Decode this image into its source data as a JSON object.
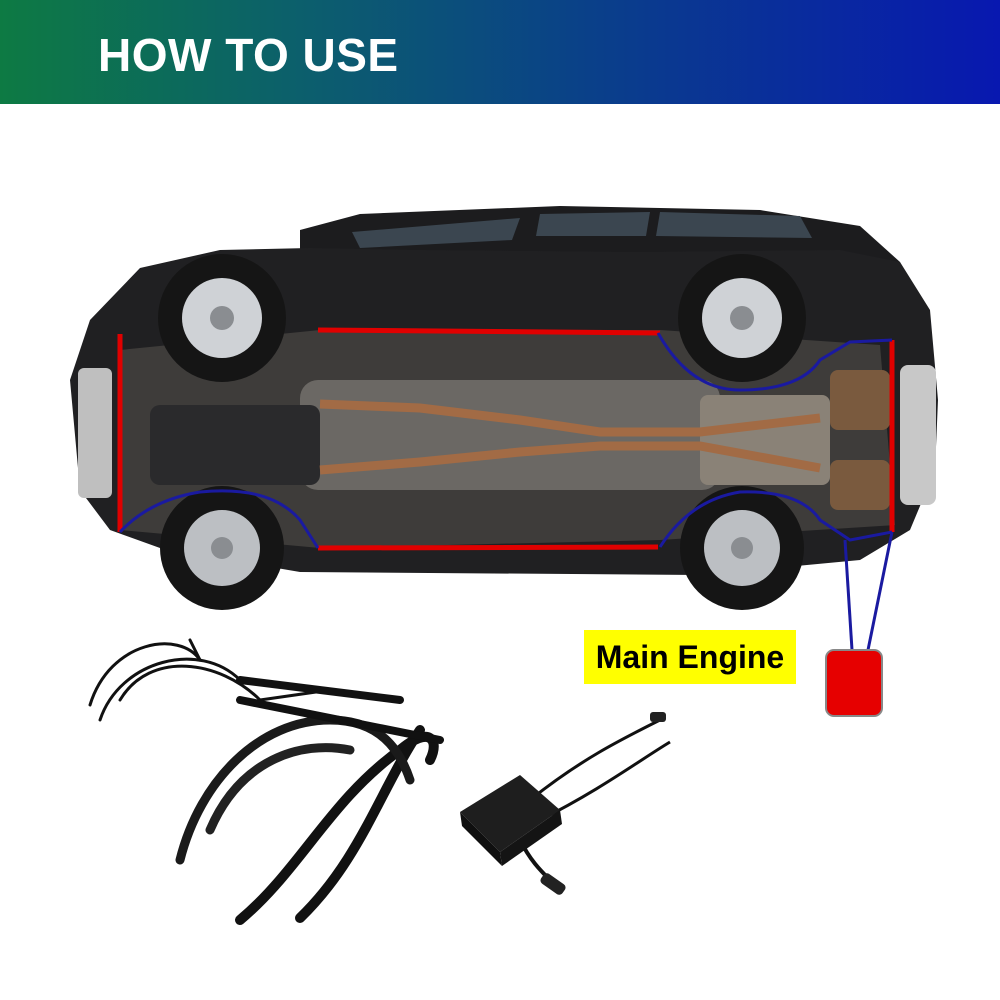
{
  "header": {
    "title": "HOW TO USE",
    "colors": {
      "start": "#0d7a43",
      "end": "#0818b0"
    }
  },
  "diagram": {
    "engine_label": "Main Engine",
    "strip_color": "#e00000",
    "wire_color": "#1a1aa0",
    "engine_box_color": "#e60000",
    "label_bg": "#ffff00"
  },
  "icons": [
    "car-underside-illustration",
    "led-strip-kit-image",
    "rf-controller-image"
  ]
}
